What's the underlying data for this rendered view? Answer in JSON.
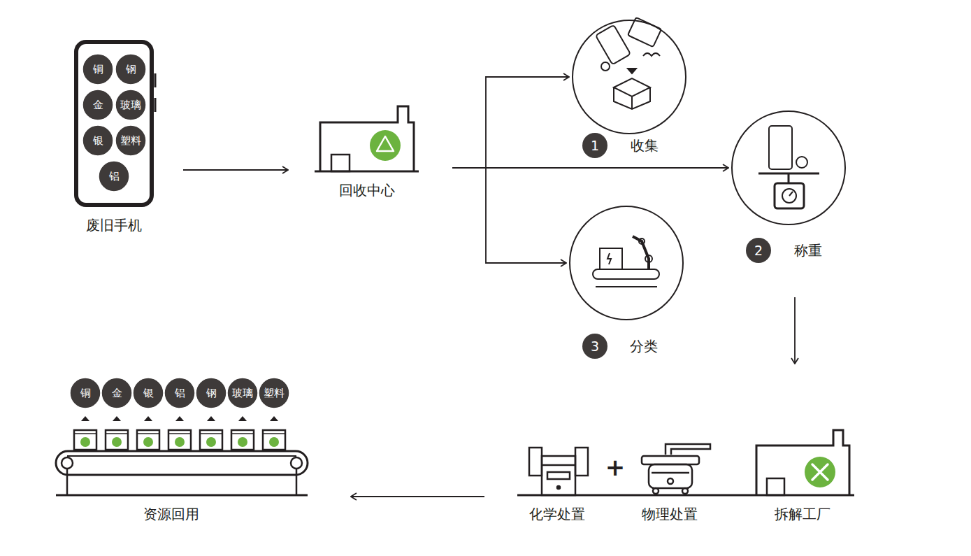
{
  "diagram": {
    "nodes": [
      {
        "text": [
          "废旧手机"
        ]
      },
      {
        "text": [
          "铜"
        ],
        "in": 0
      },
      {
        "text": [
          "钢"
        ],
        "in": 0
      },
      {
        "text": [
          "金"
        ],
        "in": 0
      },
      {
        "text": [
          "玻璃"
        ],
        "in": 0
      },
      {
        "text": [
          "银"
        ],
        "in": 0
      },
      {
        "text": [
          "塑料"
        ],
        "in": 0
      },
      {
        "text": [
          "铝"
        ],
        "in": 0
      },
      {
        "text": [
          "回收中心"
        ]
      },
      {
        "text": [
          "1",
          "收集"
        ]
      },
      {
        "text": [
          "2",
          "称重"
        ]
      },
      {
        "text": [
          "3",
          "分类"
        ]
      },
      {
        "text": [
          "拆解工厂"
        ]
      },
      {
        "text": [
          "物理处置"
        ]
      },
      {
        "text": [
          "化学处置"
        ]
      },
      {
        "text": [
          "资源回用"
        ]
      },
      {
        "text": [
          "铜"
        ],
        "in": 15
      },
      {
        "text": [
          "金"
        ],
        "in": 15
      },
      {
        "text": [
          "银"
        ],
        "in": 15
      },
      {
        "text": [
          "铝"
        ],
        "in": 15
      },
      {
        "text": [
          "钢"
        ],
        "in": 15
      },
      {
        "text": [
          "玻璃"
        ],
        "in": 15
      },
      {
        "text": [
          "塑料"
        ],
        "in": 15
      }
    ],
    "edges": [
      {
        "from": 0,
        "to": 8,
        "arrow": "to"
      },
      {
        "from": 8,
        "to": 9,
        "arrow": "to"
      },
      {
        "from": 8,
        "to": 10,
        "arrow": "to"
      },
      {
        "from": 8,
        "to": 11,
        "arrow": "to"
      },
      {
        "from": 10,
        "to": 12,
        "arrow": "to"
      },
      {
        "from": 14,
        "to": 15,
        "arrow": "to"
      }
    ],
    "labels": [
      "+"
    ]
  }
}
